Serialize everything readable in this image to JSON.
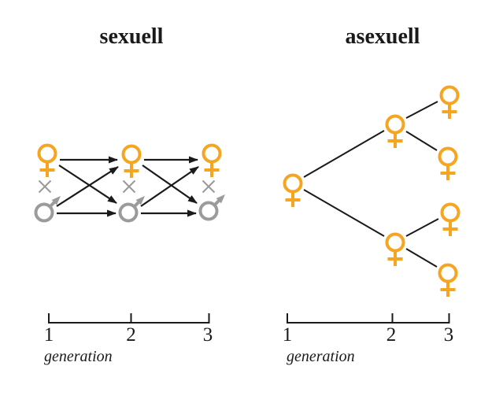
{
  "panels": {
    "left": {
      "title": "sexuell",
      "axis": {
        "tick_labels": [
          "1",
          "2",
          "3"
        ],
        "label": "generation"
      }
    },
    "right": {
      "title": "asexuell",
      "axis": {
        "tick_labels": [
          "1",
          "2",
          "3"
        ],
        "label": "generation"
      }
    }
  },
  "symbols": {
    "female_icon": "♀",
    "male_icon": "♂",
    "mating_cross_icon": "×"
  },
  "colors": {
    "female": "#F6A521",
    "male": "#9B9B9B",
    "cross": "#9A9A9A",
    "line": "#1A1A1A",
    "text": "#1A1A1A",
    "background": "#FFFFFF"
  }
}
